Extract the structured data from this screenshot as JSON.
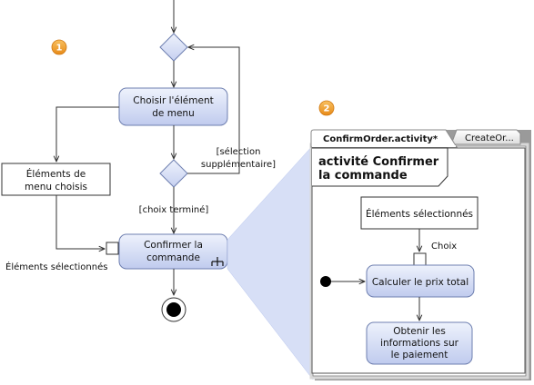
{
  "colors": {
    "accent": "#f0a030",
    "action_fill_top": "#e9eefb",
    "action_fill_bottom": "#c2cdef",
    "action_stroke": "#6e7fb0",
    "connector_fill": "#dfe6f8"
  },
  "callouts": {
    "c1": "1",
    "c2": "2"
  },
  "left_diagram": {
    "choose_item": [
      "Choisir l'élément",
      "de menu"
    ],
    "chosen_items": [
      "Éléments de",
      "menu choisis"
    ],
    "confirm_order": [
      "Confirmer la",
      "commande"
    ],
    "guard_more": [
      "[sélection",
      "supplémentaire]"
    ],
    "guard_done": "[choix terminé]",
    "pin_label": "Éléments sélectionnés"
  },
  "right_panel": {
    "tabs": [
      {
        "label": "ConfirmOrder.activity*",
        "active": true
      },
      {
        "label": "CreateOr...",
        "active": false
      }
    ],
    "title": [
      "activité Confirmer",
      "la commande"
    ],
    "selected_items": "Éléments sélectionnés",
    "pin_choice": "Choix",
    "calc_total": "Calculer le prix total",
    "get_payment": [
      "Obtenir les",
      "informations sur",
      "le paiement"
    ]
  }
}
